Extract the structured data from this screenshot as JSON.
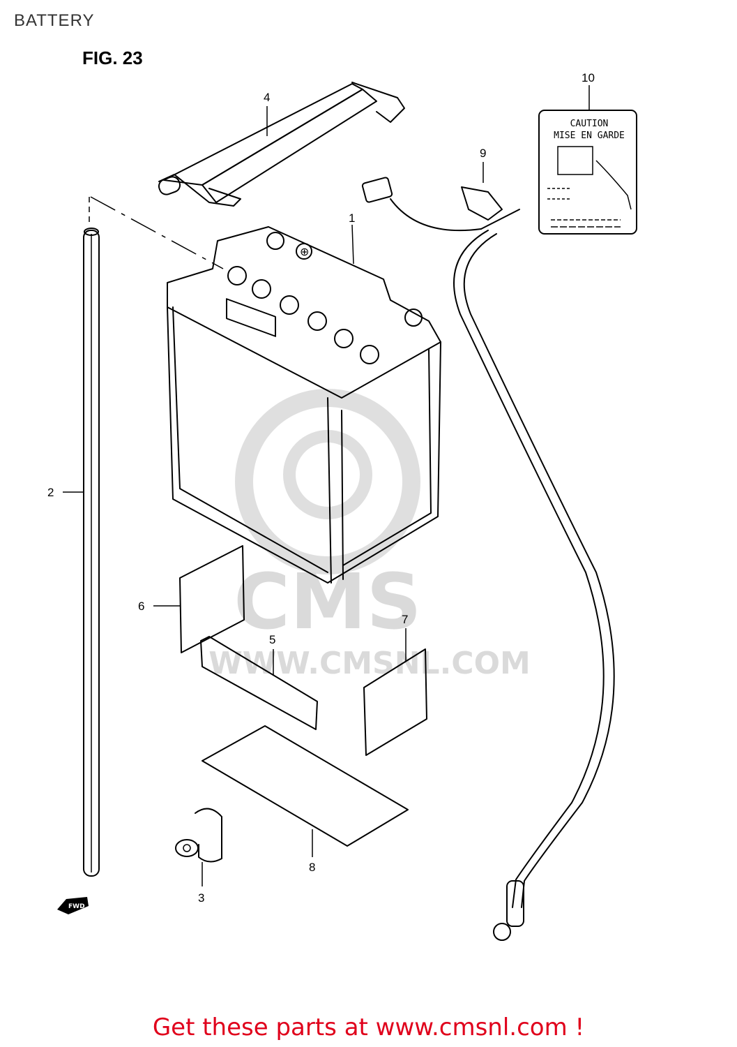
{
  "header": {
    "title": "BATTERY",
    "figure": "FIG. 23"
  },
  "parts": {
    "p1": "1",
    "p2": "2",
    "p3": "3",
    "p4": "4",
    "p5": "5",
    "p6": "6",
    "p7": "7",
    "p8": "8",
    "p9": "9",
    "p10": "10"
  },
  "caution_label": {
    "line1": "CAUTION",
    "line2": "MISE EN GARDE"
  },
  "fwd_marker": "FWD",
  "watermark": {
    "logo": "CMS",
    "url": "WWW.CMSNL.COM"
  },
  "footer": {
    "cta": "Get these parts at www.cmsnl.com !"
  },
  "colors": {
    "cta": "#e0001b",
    "watermark": "#d6d6d6",
    "line": "#000000"
  }
}
